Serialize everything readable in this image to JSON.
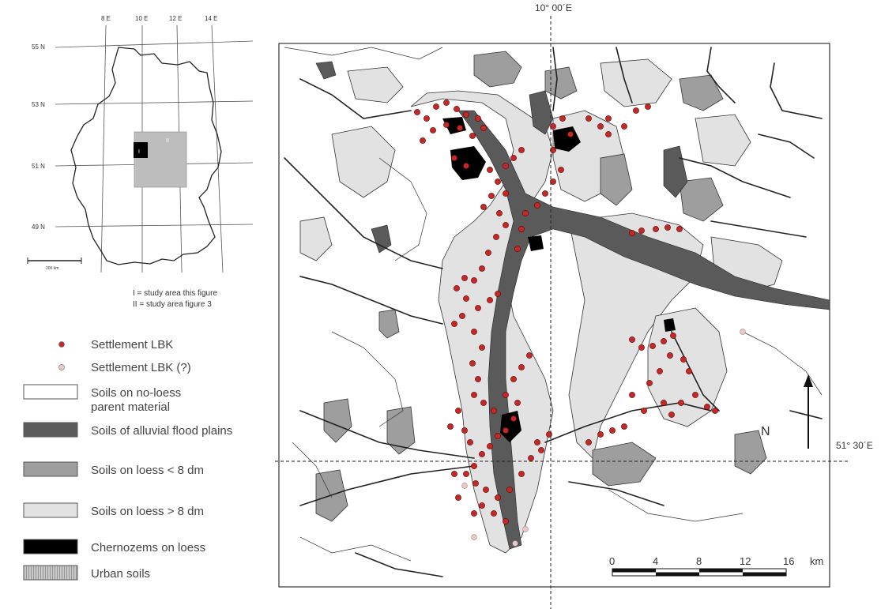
{
  "inset": {
    "lon_labels": [
      "8 E",
      "10 E",
      "12 E",
      "14 E"
    ],
    "lat_labels": [
      "55 N",
      "53 N",
      "51 N",
      "49 N"
    ],
    "box_labels": [
      "I",
      "II"
    ],
    "scalebar_label": "200 km",
    "caption_1": "I = study area this figure",
    "caption_2": "II = study area figure 3"
  },
  "legend": [
    {
      "key": "settlement_lbk",
      "label": "Settlement LBK",
      "symbol": "dot",
      "color": "#c62828"
    },
    {
      "key": "settlement_lbk_q",
      "label": "Settlement LBK (?)",
      "symbol": "dot",
      "color": "#f2c6c6"
    },
    {
      "key": "no_loess",
      "label": "Soils on no-loess\nparent material",
      "symbol": "box",
      "color": "#ffffff"
    },
    {
      "key": "alluvial",
      "label": "Soils of alluvial flood plains",
      "symbol": "box",
      "color": "#5a5a5a"
    },
    {
      "key": "loess_lt8",
      "label": "Soils on loess < 8 dm",
      "symbol": "box",
      "color": "#9e9e9e"
    },
    {
      "key": "loess_gt8",
      "label": "Soils on loess > 8 dm",
      "symbol": "box",
      "color": "#e2e2e2"
    },
    {
      "key": "chernozem",
      "label": "Chernozems on loess",
      "symbol": "box",
      "color": "#000000"
    },
    {
      "key": "urban",
      "label": "Urban soils",
      "symbol": "hatch",
      "color": "#bdbdbd"
    }
  ],
  "map": {
    "lon_label": "10° 00´E",
    "lat_label": "51° 30´E",
    "north_label": "N",
    "scale_ticks": [
      "0",
      "4",
      "8",
      "12",
      "16"
    ],
    "scale_unit": "km"
  }
}
